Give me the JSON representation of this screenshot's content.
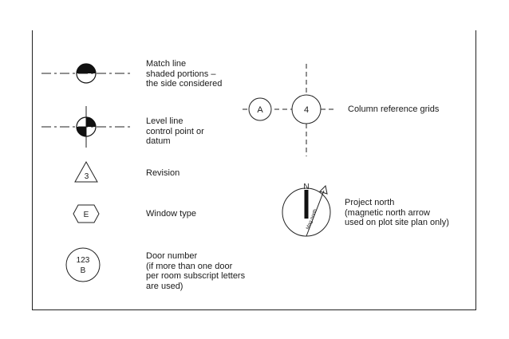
{
  "symbols": {
    "match_line": {
      "lines": [
        "Match line",
        "shaded portions –",
        "the side considered"
      ]
    },
    "level_line": {
      "lines": [
        "Level line",
        "control point or",
        "datum"
      ]
    },
    "revision": {
      "label": "Revision",
      "symbol_text": "3"
    },
    "window_type": {
      "label": "Window type",
      "symbol_text": "E"
    },
    "door_number": {
      "lines": [
        "Door number",
        "(if more than one door",
        "per room subscript letters",
        "are used)"
      ],
      "symbol_top": "123",
      "symbol_bottom": "B"
    },
    "column_grids": {
      "label": "Column reference grids",
      "grid_left": "A",
      "grid_right": "4"
    },
    "project_north": {
      "lines": [
        "Project north",
        "(magnetic north arrow",
        "used on plot site plan only)"
      ],
      "north_letter": "N",
      "arrow_text": "Mag north"
    }
  }
}
